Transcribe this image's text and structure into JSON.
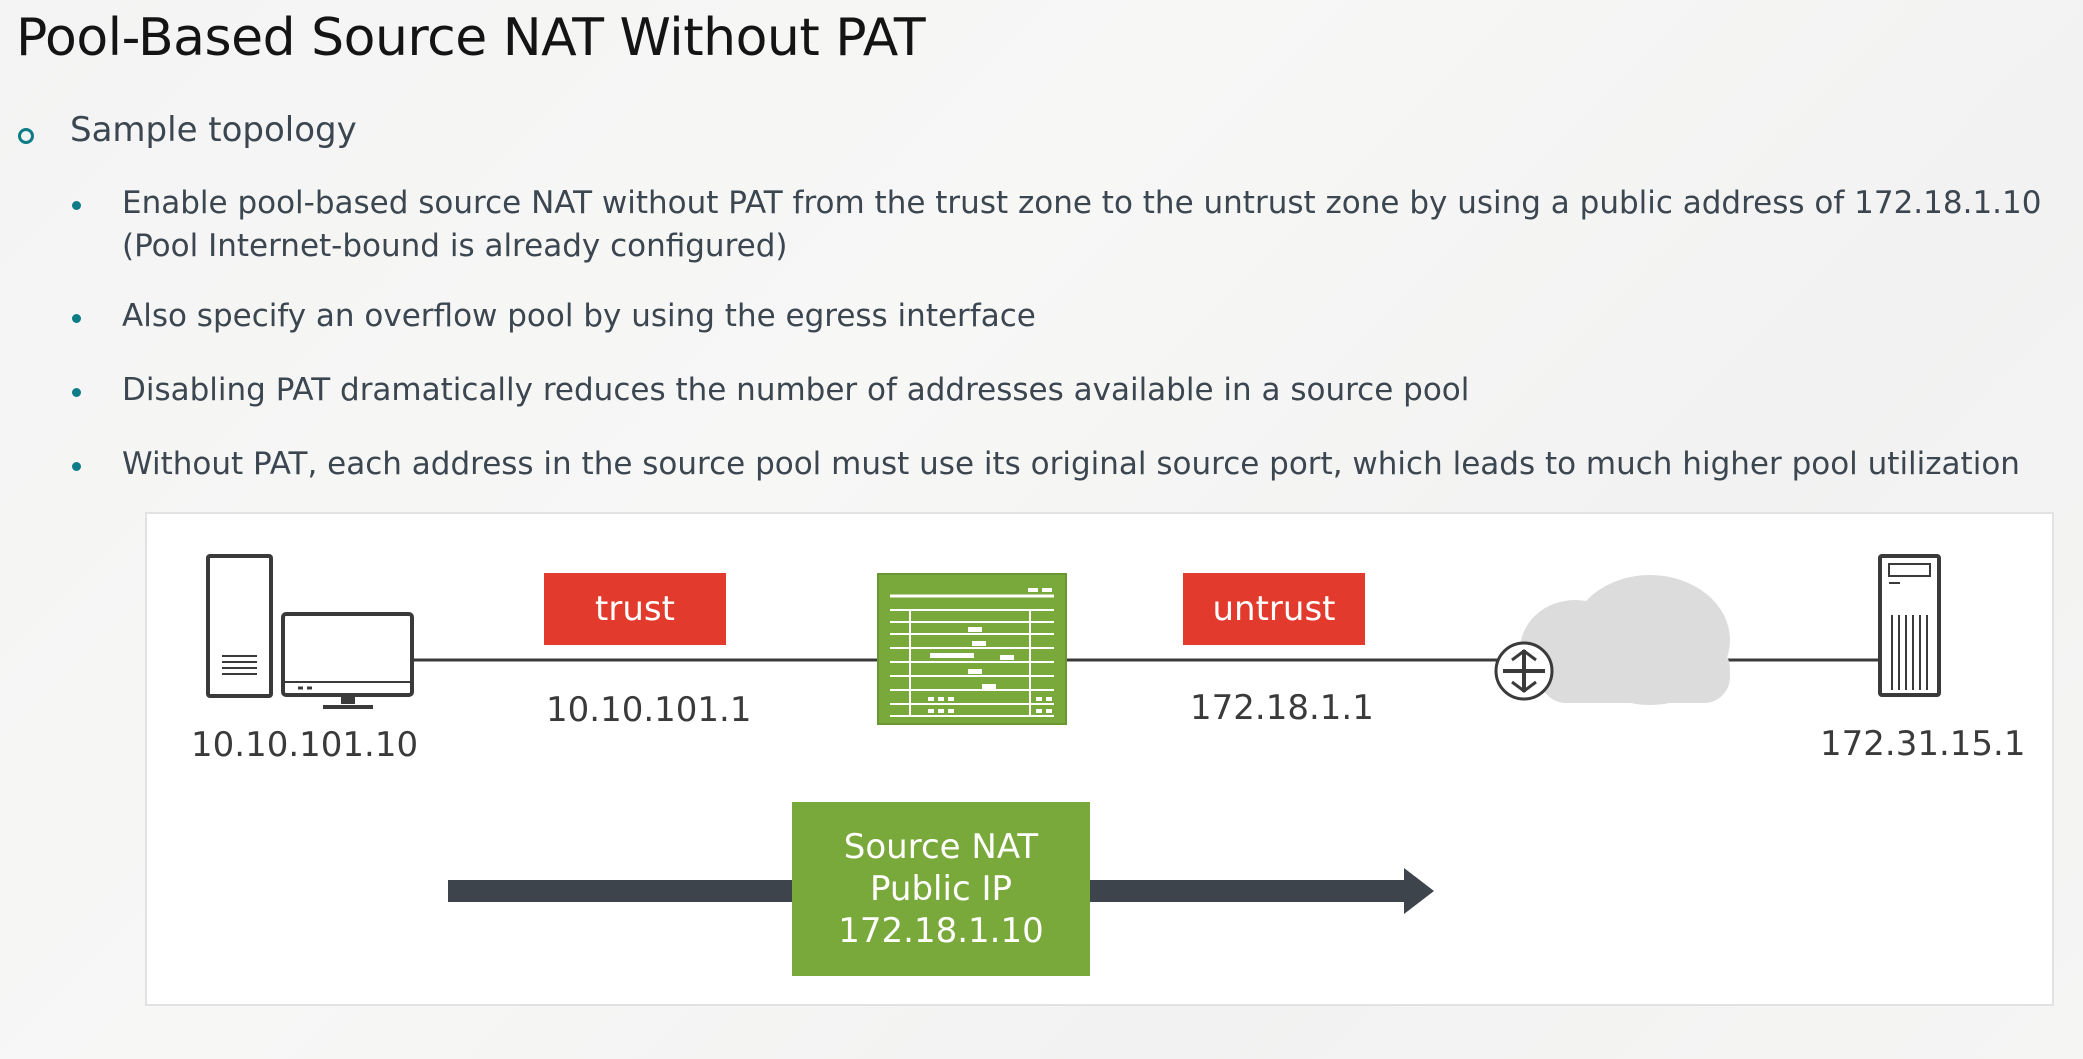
{
  "slide": {
    "title": "Pool-Based Source NAT Without PAT"
  },
  "bullets": {
    "level1": "Sample topology",
    "level2": [
      "Enable pool-based source NAT without PAT from the trust zone to the untrust zone by using a public address of 172.18.1.10",
      "(Pool Internet-bound is already configured)",
      "Also specify an overflow pool by using the egress interface",
      "Disabling PAT dramatically reduces the number of addresses available in a source pool",
      "Without PAT, each address in the source pool must use its original source port, which leads to much higher pool utilization"
    ]
  },
  "diagram": {
    "zones": {
      "trust": "trust",
      "untrust": "untrust"
    },
    "addresses": {
      "client": "10.10.101.10",
      "trust_interface": "10.10.101.1",
      "untrust_interface": "172.18.1.1",
      "server": "172.31.15.1"
    },
    "nat_box": {
      "line1": "Source NAT",
      "line2": "Public IP",
      "line3": "172.18.1.10"
    },
    "icons": [
      "desktop-tower-icon",
      "monitor-icon",
      "srx-firewall-icon",
      "router-icon",
      "internet-cloud-icon",
      "server-icon",
      "flow-arrow-icon"
    ],
    "colors": {
      "zone_red": "#e23b2e",
      "device_green": "#79a93b",
      "bullet_teal": "#0e7c86",
      "arrow_gray": "#3d444b"
    }
  }
}
